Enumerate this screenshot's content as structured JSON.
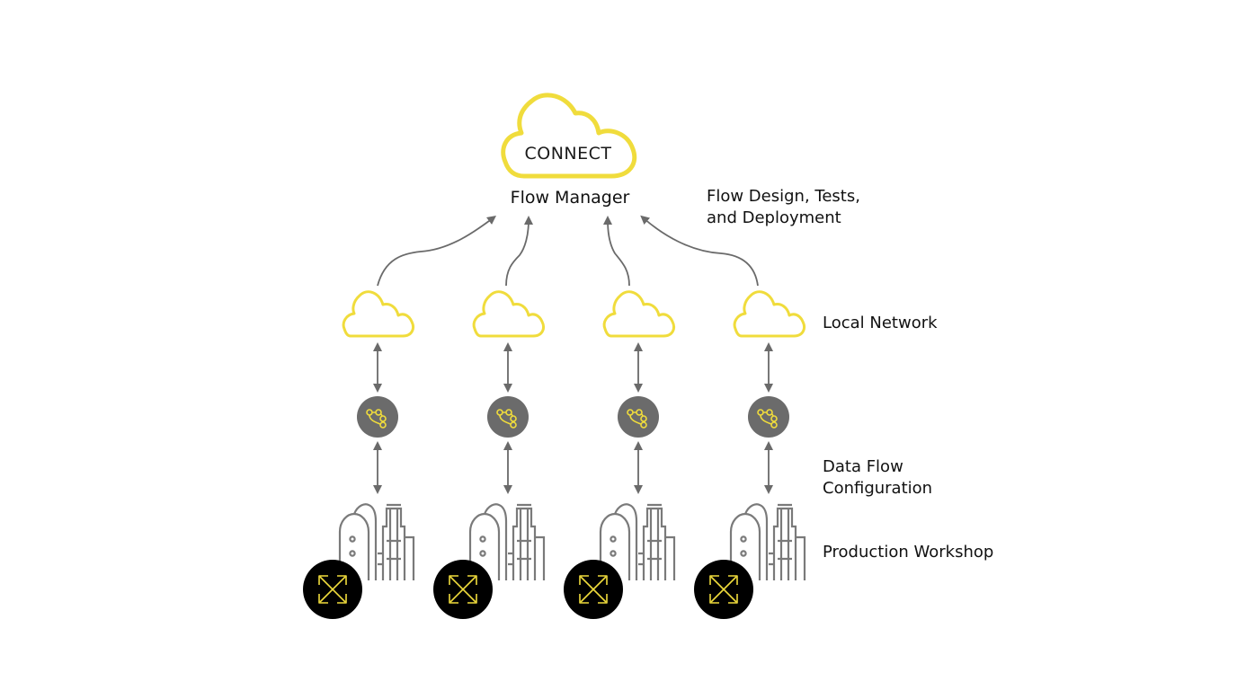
{
  "colors": {
    "accent": "#f0dc3c",
    "ink": "#111111",
    "arrow": "#6a6a6a",
    "hub": "#6b6b6b",
    "plant": "#7a7a7a",
    "badge": "#000000"
  },
  "central": {
    "brand": "CONNECT",
    "title": "Flow Manager",
    "icon": "cloud-icon"
  },
  "side_labels": {
    "design_line1": "Flow Design, Tests,",
    "design_line2": "and Deployment",
    "local_network": "Local Network",
    "data_flow_line1": "Data Flow",
    "data_flow_line2": "Configuration",
    "production": "Production Workshop"
  },
  "columns": [
    {
      "id": "site-1",
      "cloud_icon": "cloud-icon",
      "hub_icon": "flow-nodes-icon",
      "plant_icon": "factory-icon",
      "badge_icon": "expand-arrows-icon"
    },
    {
      "id": "site-2",
      "cloud_icon": "cloud-icon",
      "hub_icon": "flow-nodes-icon",
      "plant_icon": "factory-icon",
      "badge_icon": "expand-arrows-icon"
    },
    {
      "id": "site-3",
      "cloud_icon": "cloud-icon",
      "hub_icon": "flow-nodes-icon",
      "plant_icon": "factory-icon",
      "badge_icon": "expand-arrows-icon"
    },
    {
      "id": "site-4",
      "cloud_icon": "cloud-icon",
      "hub_icon": "flow-nodes-icon",
      "plant_icon": "factory-icon",
      "badge_icon": "expand-arrows-icon"
    }
  ]
}
